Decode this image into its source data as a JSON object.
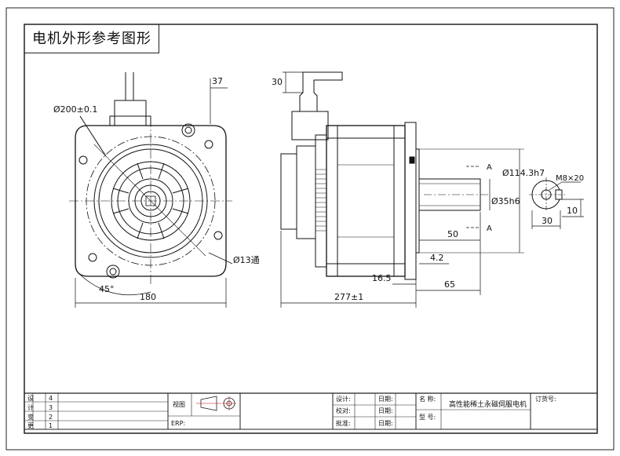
{
  "drawing_title": "电机外形参考图形",
  "front_view": {
    "bolt_circle": "Ø200±0.1",
    "connector_offset": "37",
    "hole": "Ø13通",
    "angle": "45°",
    "width": "180"
  },
  "side_view": {
    "connector_height": "30",
    "flange_diameter": "Ø114.3h7",
    "shaft_diameter": "Ø35h6",
    "section_mark": "A",
    "key_length": "50",
    "flange_thickness": "4.2",
    "rear_offset": "16.5",
    "shaft_length": "65",
    "total_length": "277±1"
  },
  "section_view": {
    "thread": "M8×20",
    "key_width": "30",
    "key_depth": "10"
  },
  "title_block": {
    "revision_labels": [
      "设",
      "计",
      "变",
      "更"
    ],
    "revision_numbers": [
      "4",
      "3",
      "2",
      "1"
    ],
    "view_label": "视图",
    "erp_label": "ERP:",
    "design_label": "设计:",
    "check_label": "校对:",
    "approve_label": "批准:",
    "date_label": "日期:",
    "name_label": "名  称:",
    "model_label": "型  号:",
    "product_name": "高性能稀土永磁伺服电机",
    "order_label": "订货号:"
  }
}
